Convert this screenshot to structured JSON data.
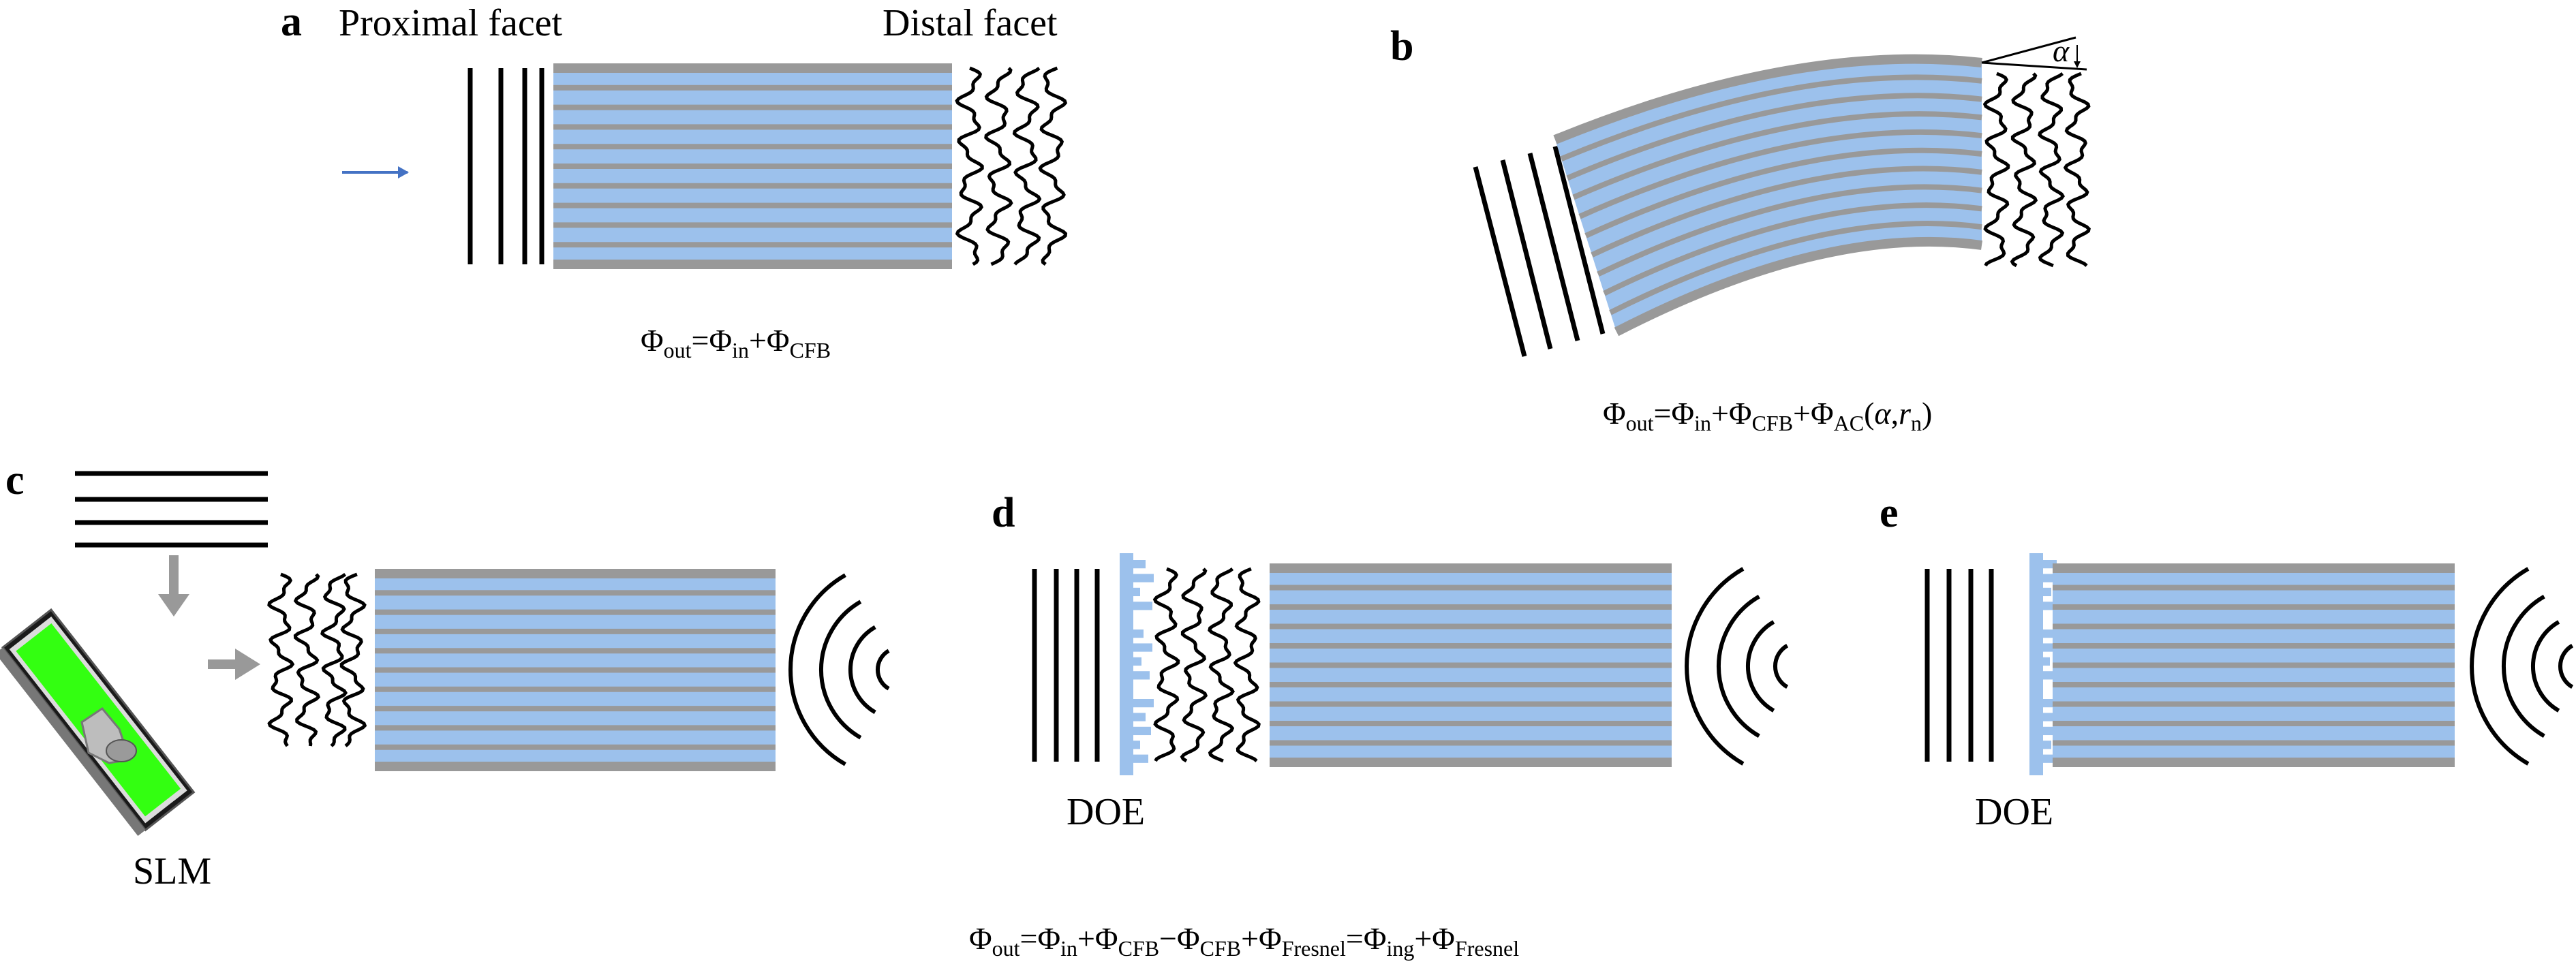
{
  "colors": {
    "core": "#9cc1ec",
    "cladding": "#999999",
    "wave": "#000000",
    "arrow_blue": "#4472c4",
    "arrow_gray": "#999999",
    "slm_screen": "#33ff11"
  },
  "panels": {
    "a": {
      "letter": "a",
      "proximal_label": "Proximal facet",
      "distal_label": "Distal facet",
      "equation": [
        {
          "t": "Φ"
        },
        {
          "s": "out"
        },
        {
          "t": "=Φ"
        },
        {
          "s": "in"
        },
        {
          "t": "+Φ"
        },
        {
          "s": "CFB"
        }
      ]
    },
    "b": {
      "letter": "b",
      "angle_label": "α",
      "equation": [
        {
          "t": "Φ"
        },
        {
          "s": "out"
        },
        {
          "t": "=Φ"
        },
        {
          "s": "in"
        },
        {
          "t": "+Φ"
        },
        {
          "s": "CFB"
        },
        {
          "t": "+Φ"
        },
        {
          "s": "AC"
        },
        {
          "t": "("
        },
        {
          "i": "α"
        },
        {
          "t": ","
        },
        {
          "i": "r"
        },
        {
          "s": "n"
        },
        {
          "t": ")"
        }
      ]
    },
    "c": {
      "letter": "c",
      "slm_label": "SLM"
    },
    "d": {
      "letter": "d",
      "doe_label": "DOE"
    },
    "e": {
      "letter": "e",
      "doe_label": "DOE"
    },
    "bottom_equation": [
      {
        "t": "Φ"
      },
      {
        "s": "out"
      },
      {
        "t": "=Φ"
      },
      {
        "s": "in"
      },
      {
        "t": "+Φ"
      },
      {
        "s": "CFB"
      },
      {
        "t": "−Φ"
      },
      {
        "s": "CFB"
      },
      {
        "t": "+Φ"
      },
      {
        "s": "Fresnel"
      },
      {
        "t": "=Φ"
      },
      {
        "s": "ing"
      },
      {
        "t": "+Φ"
      },
      {
        "s": "Fresnel"
      }
    ]
  }
}
